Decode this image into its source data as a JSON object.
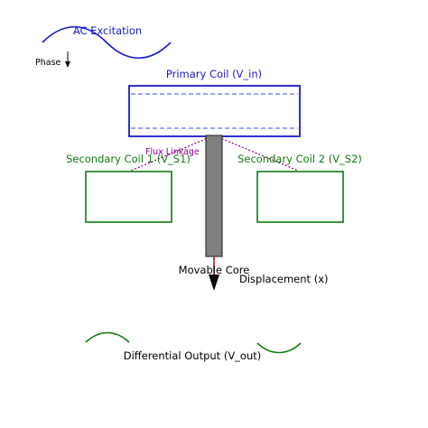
{
  "labels": {
    "ac_excitation": "AC Excitation",
    "phase": "Phase",
    "primary_coil": "Primary Coil (V_in)",
    "flux_linkage": "Flux Linkage",
    "secondary_coil_1": "Secondary Coil 1 (V_S1)",
    "secondary_coil_2": "Secondary Coil 2 (V_S2)",
    "movable_core": "Movable Core",
    "displacement": "Displacement (x)",
    "differential_output": "Differential Output (V_out)"
  },
  "colors": {
    "primary": "#1a1acc",
    "secondary": "#117a11",
    "flux": "#8b008b",
    "core_fill": "#808080",
    "core_stroke": "#333333",
    "displacement_arrow": "#cc0000",
    "text": "#000000"
  }
}
